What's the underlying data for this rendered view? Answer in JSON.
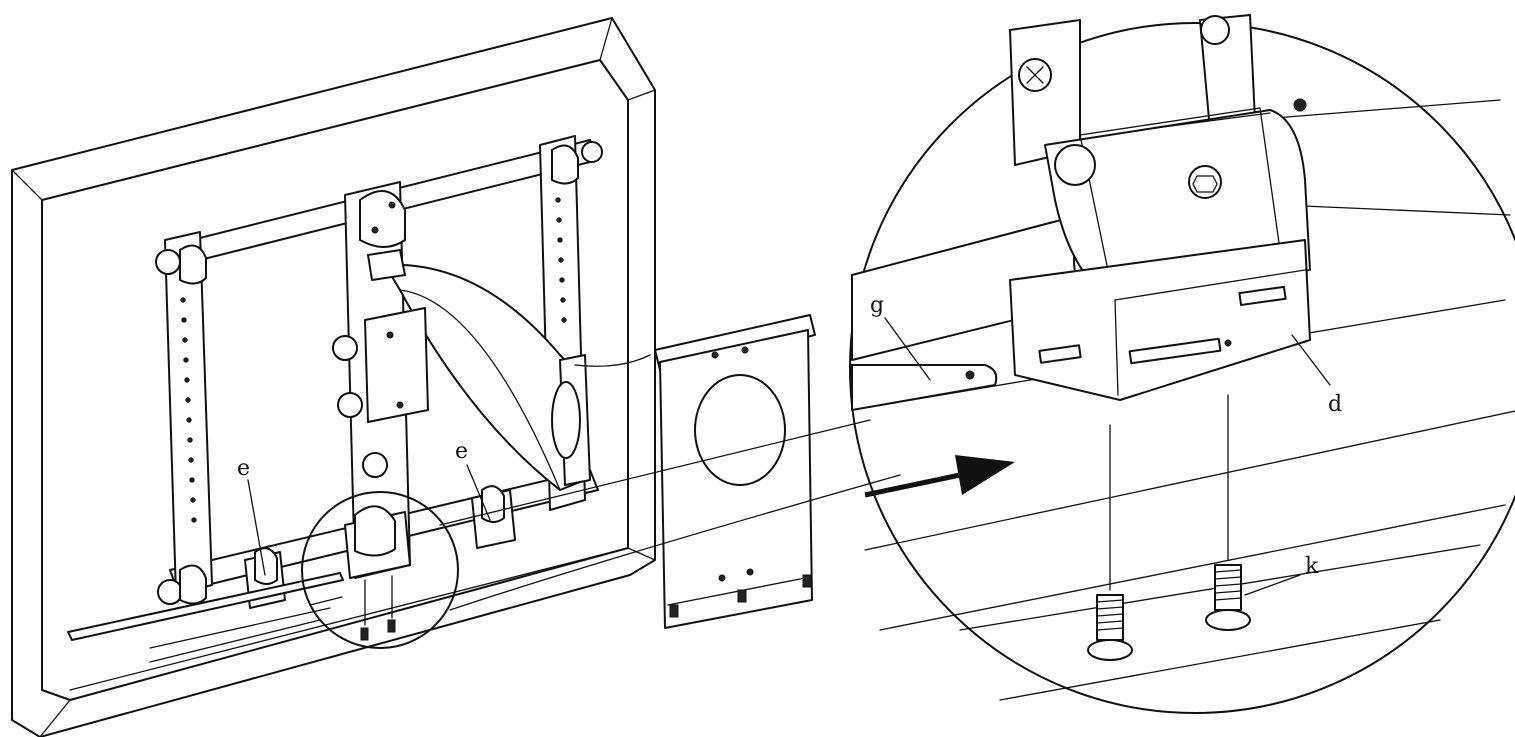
{
  "labels": {
    "e_left": "e",
    "e_right": "e",
    "g": "g",
    "d": "d",
    "k": "k"
  },
  "colors": {
    "line": "#111111",
    "background": "#ffffff"
  }
}
